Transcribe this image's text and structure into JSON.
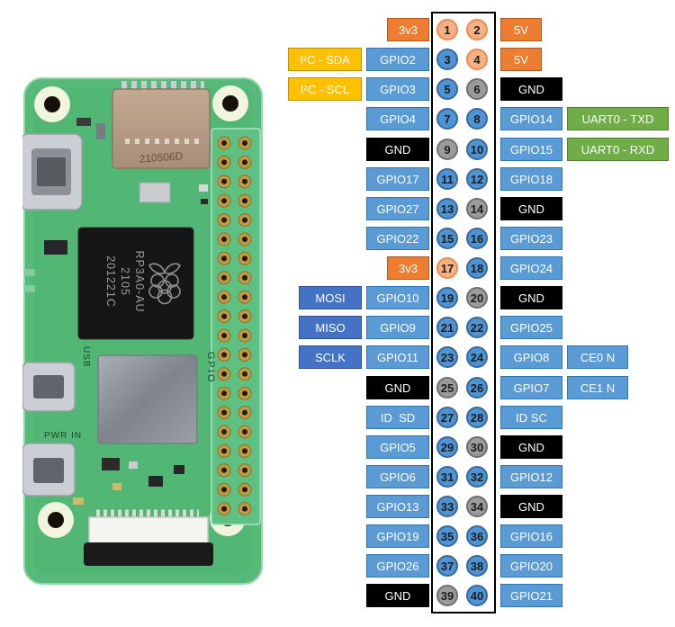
{
  "colors": {
    "label_blue": "#5B9BD5",
    "label_dark_blue": "#4472C4",
    "label_yellow": "#FFC000",
    "label_orange": "#ED7D31",
    "label_green": "#70AD47",
    "label_black": "#000000",
    "pin_power": "#F5B183",
    "pin_gpio": "#4E94D4",
    "pin_gnd": "#9B9B9B",
    "board_green": "#57BA7A"
  },
  "board": {
    "sd_marking": "210506D",
    "chip_lines": [
      "RP3A0-AU",
      "2105",
      "201221C"
    ],
    "usb_label": "USB",
    "pwr_label": "PWR IN",
    "gpio_label": "GPIO"
  },
  "pinout": {
    "rows": [
      {
        "left": {
          "label": "3v3",
          "style": "orange"
        },
        "pins": [
          {
            "n": "1",
            "style": "power"
          },
          {
            "n": "2",
            "style": "power"
          }
        ],
        "right": {
          "label": "5V",
          "style": "orange"
        }
      },
      {
        "far_left": {
          "label": "I²C - SDA",
          "style": "yellow"
        },
        "left": {
          "label": "GPIO2",
          "style": "blue"
        },
        "pins": [
          {
            "n": "3",
            "style": "gpio"
          },
          {
            "n": "4",
            "style": "power"
          }
        ],
        "right": {
          "label": "5V",
          "style": "orange"
        }
      },
      {
        "far_left": {
          "label": "I²C - SCL",
          "style": "yellow"
        },
        "left": {
          "label": "GPIO3",
          "style": "blue"
        },
        "pins": [
          {
            "n": "5",
            "style": "gpio"
          },
          {
            "n": "6",
            "style": "gnd"
          }
        ],
        "right": {
          "label": "GND",
          "style": "black"
        }
      },
      {
        "left": {
          "label": "GPIO4",
          "style": "blue"
        },
        "pins": [
          {
            "n": "7",
            "style": "gpio"
          },
          {
            "n": "8",
            "style": "gpio"
          }
        ],
        "right": {
          "label": "GPIO14",
          "style": "blue"
        },
        "far_right": {
          "label": "UART0 - TXD",
          "style": "green"
        }
      },
      {
        "left": {
          "label": "GND",
          "style": "black"
        },
        "pins": [
          {
            "n": "9",
            "style": "gnd"
          },
          {
            "n": "10",
            "style": "gpio"
          }
        ],
        "right": {
          "label": "GPIO15",
          "style": "blue"
        },
        "far_right": {
          "label": "UART0 - RXD",
          "style": "green"
        }
      },
      {
        "left": {
          "label": "GPIO17",
          "style": "blue"
        },
        "pins": [
          {
            "n": "11",
            "style": "gpio"
          },
          {
            "n": "12",
            "style": "gpio"
          }
        ],
        "right": {
          "label": "GPIO18",
          "style": "blue"
        }
      },
      {
        "left": {
          "label": "GPIO27",
          "style": "blue"
        },
        "pins": [
          {
            "n": "13",
            "style": "gpio"
          },
          {
            "n": "14",
            "style": "gnd"
          }
        ],
        "right": {
          "label": "GND",
          "style": "black"
        }
      },
      {
        "left": {
          "label": "GPIO22",
          "style": "blue"
        },
        "pins": [
          {
            "n": "15",
            "style": "gpio"
          },
          {
            "n": "16",
            "style": "gpio"
          }
        ],
        "right": {
          "label": "GPIO23",
          "style": "blue"
        }
      },
      {
        "left": {
          "label": "3v3",
          "style": "orange"
        },
        "pins": [
          {
            "n": "17",
            "style": "power"
          },
          {
            "n": "18",
            "style": "gpio"
          }
        ],
        "right": {
          "label": "GPIO24",
          "style": "blue"
        }
      },
      {
        "far_left": {
          "label": "MOSI",
          "style": "darkblue"
        },
        "left": {
          "label": "GPIO10",
          "style": "blue"
        },
        "pins": [
          {
            "n": "19",
            "style": "gpio"
          },
          {
            "n": "20",
            "style": "gnd"
          }
        ],
        "right": {
          "label": "GND",
          "style": "black"
        }
      },
      {
        "far_left": {
          "label": "MISO",
          "style": "darkblue"
        },
        "left": {
          "label": "GPIO9",
          "style": "blue"
        },
        "pins": [
          {
            "n": "21",
            "style": "gpio"
          },
          {
            "n": "22",
            "style": "gpio"
          }
        ],
        "right": {
          "label": "GPIO25",
          "style": "blue"
        }
      },
      {
        "far_left": {
          "label": "SCLK",
          "style": "darkblue"
        },
        "left": {
          "label": "GPIO11",
          "style": "blue"
        },
        "pins": [
          {
            "n": "23",
            "style": "gpio"
          },
          {
            "n": "24",
            "style": "gpio"
          }
        ],
        "right": {
          "label": "GPIO8",
          "style": "blue"
        },
        "far_right": {
          "label": "CE0 N",
          "style": "blue"
        }
      },
      {
        "left": {
          "label": "GND",
          "style": "black"
        },
        "pins": [
          {
            "n": "25",
            "style": "gnd"
          },
          {
            "n": "26",
            "style": "gpio"
          }
        ],
        "right": {
          "label": "GPIO7",
          "style": "blue"
        },
        "far_right": {
          "label": "CE1 N",
          "style": "blue"
        }
      },
      {
        "left": {
          "label": "ID  SD",
          "style": "blue"
        },
        "pins": [
          {
            "n": "27",
            "style": "gpio"
          },
          {
            "n": "28",
            "style": "gpio"
          }
        ],
        "right": {
          "label": "ID SC",
          "style": "blue"
        }
      },
      {
        "left": {
          "label": "GPIO5",
          "style": "blue"
        },
        "pins": [
          {
            "n": "29",
            "style": "gpio"
          },
          {
            "n": "30",
            "style": "gnd"
          }
        ],
        "right": {
          "label": "GND",
          "style": "black"
        }
      },
      {
        "left": {
          "label": "GPIO6",
          "style": "blue"
        },
        "pins": [
          {
            "n": "31",
            "style": "gpio"
          },
          {
            "n": "32",
            "style": "gpio"
          }
        ],
        "right": {
          "label": "GPIO12",
          "style": "blue"
        }
      },
      {
        "left": {
          "label": "GPIO13",
          "style": "blue"
        },
        "pins": [
          {
            "n": "33",
            "style": "gpio"
          },
          {
            "n": "34",
            "style": "gnd"
          }
        ],
        "right": {
          "label": "GND",
          "style": "black"
        }
      },
      {
        "left": {
          "label": "GPIO19",
          "style": "blue"
        },
        "pins": [
          {
            "n": "35",
            "style": "gpio"
          },
          {
            "n": "36",
            "style": "gpio"
          }
        ],
        "right": {
          "label": "GPIO16",
          "style": "blue"
        }
      },
      {
        "left": {
          "label": "GPIO26",
          "style": "blue"
        },
        "pins": [
          {
            "n": "37",
            "style": "gpio"
          },
          {
            "n": "38",
            "style": "gpio"
          }
        ],
        "right": {
          "label": "GPIO20",
          "style": "blue"
        }
      },
      {
        "left": {
          "label": "GND",
          "style": "black"
        },
        "pins": [
          {
            "n": "39",
            "style": "gnd"
          },
          {
            "n": "40",
            "style": "gpio"
          }
        ],
        "right": {
          "label": "GPIO21",
          "style": "blue"
        }
      }
    ]
  }
}
